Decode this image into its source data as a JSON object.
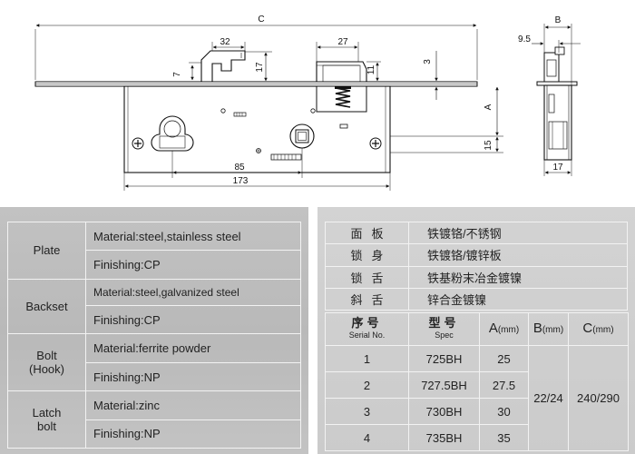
{
  "drawing": {
    "dims": {
      "C": "C",
      "B": "B",
      "d32": "32",
      "d27": "27",
      "d9_5": "9.5",
      "d7": "7",
      "d17_hook": "17",
      "d11": "11",
      "d3": "3",
      "A": "A",
      "d15": "15",
      "d85": "85",
      "d173": "173",
      "d17_side": "17"
    }
  },
  "spec_table": {
    "plate": {
      "label": "Plate",
      "material": "Material:steel,stainless steel",
      "finishing": "Finishing:CP"
    },
    "backset": {
      "label": "Backset",
      "material": "Material:steel,galvanized steel",
      "finishing": "Finishing:CP"
    },
    "bolt": {
      "label1": "Bolt",
      "label2": "(Hook)",
      "material": "Material:ferrite powder",
      "finishing": "Finishing:NP"
    },
    "latch": {
      "label1": "Latch",
      "label2": "bolt",
      "material": "Material:zinc",
      "finishing": "Finishing:NP"
    }
  },
  "cn_specs": [
    {
      "key": "面板",
      "value": "铁镀铬/不锈钢"
    },
    {
      "key": "锁身",
      "value": "铁镀铬/镀锌板"
    },
    {
      "key": "锁舌",
      "value": "铁基粉末冶金镀镍"
    },
    {
      "key": "斜舌",
      "value": "锌合金镀镍"
    }
  ],
  "model_table": {
    "headers": {
      "serial_cn": "序号",
      "serial_en": "Serial No.",
      "spec_cn": "型号",
      "spec_en": "Spec",
      "a": "A",
      "a_unit": "(mm)",
      "b": "B",
      "b_unit": "(mm)",
      "c": "C",
      "c_unit": "(mm)"
    },
    "rows": [
      {
        "serial": "1",
        "spec": "725BH",
        "a": "25"
      },
      {
        "serial": "2",
        "spec": "727.5BH",
        "a": "27.5"
      },
      {
        "serial": "3",
        "spec": "730BH",
        "a": "30"
      },
      {
        "serial": "4",
        "spec": "735BH",
        "a": "35"
      }
    ],
    "b_value": "22/24",
    "c_value": "240/290"
  }
}
